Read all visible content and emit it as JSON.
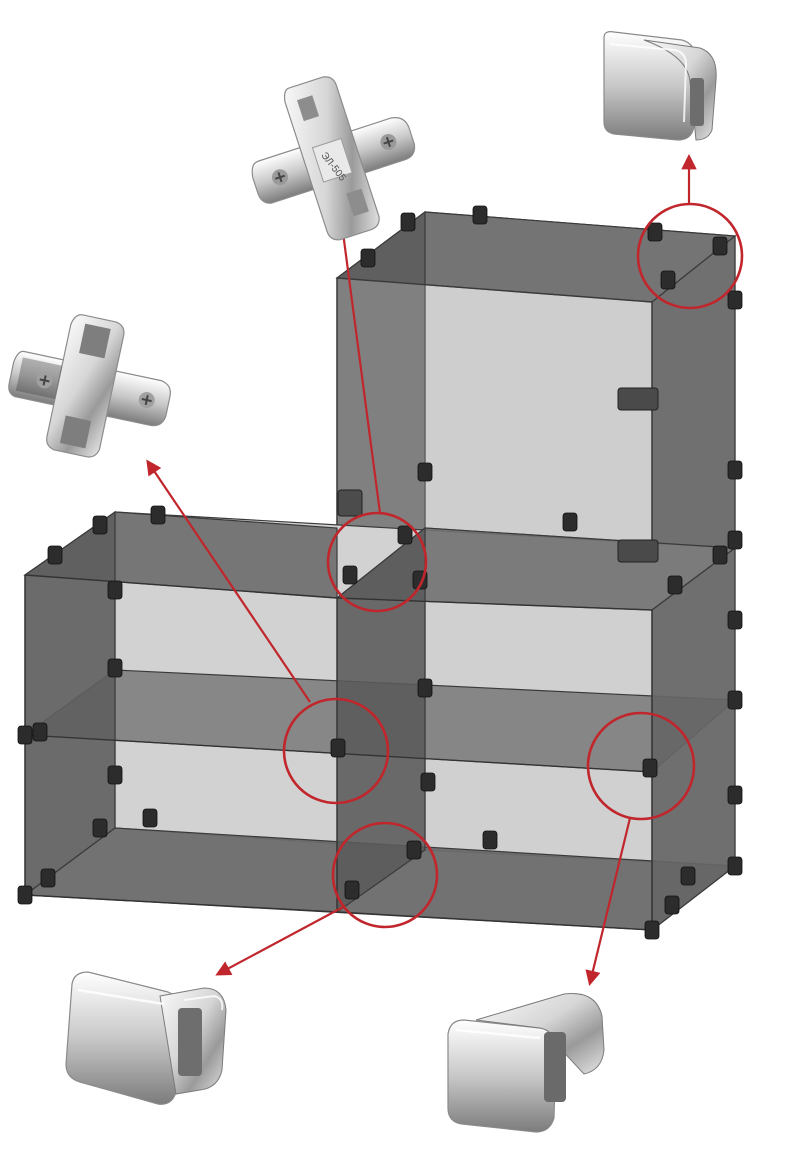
{
  "diagram": {
    "description_items": [],
    "colors": {
      "background": "#ffffff",
      "glass_dark": "#5f5f5f",
      "glass_mid": "#7a7a7a",
      "glass_light": "#cfcfcf",
      "edge": "#3a3a3a",
      "clip": "#2b2b2b",
      "callout": "#c0262c",
      "chrome_light": "#f2f2f2",
      "chrome_mid": "#b9b9b9",
      "chrome_dark": "#6e6e6e"
    },
    "callouts": [
      {
        "id": "top-right-corner",
        "detail": "corner-clip-top"
      },
      {
        "id": "upper-middle-joint",
        "detail": "cross-connector-5-way"
      },
      {
        "id": "center-cross-joint",
        "detail": "cross-connector-4-way"
      },
      {
        "id": "right-shelf-joint",
        "detail": "t-clip-bottom-right"
      },
      {
        "id": "bottom-middle-joint",
        "detail": "t-clip-bottom-left"
      }
    ],
    "products": [
      {
        "id": "corner-clip-top",
        "icon": "glass-corner-clip-icon"
      },
      {
        "id": "cross-connector-5-way",
        "icon": "glass-cross-connector-icon",
        "engraving": "ЭЛ-505"
      },
      {
        "id": "cross-connector-4-way",
        "icon": "glass-cross-connector-icon"
      },
      {
        "id": "t-clip-bottom-left",
        "icon": "glass-t-clip-icon"
      },
      {
        "id": "t-clip-bottom-right",
        "icon": "glass-t-clip-icon"
      }
    ]
  }
}
